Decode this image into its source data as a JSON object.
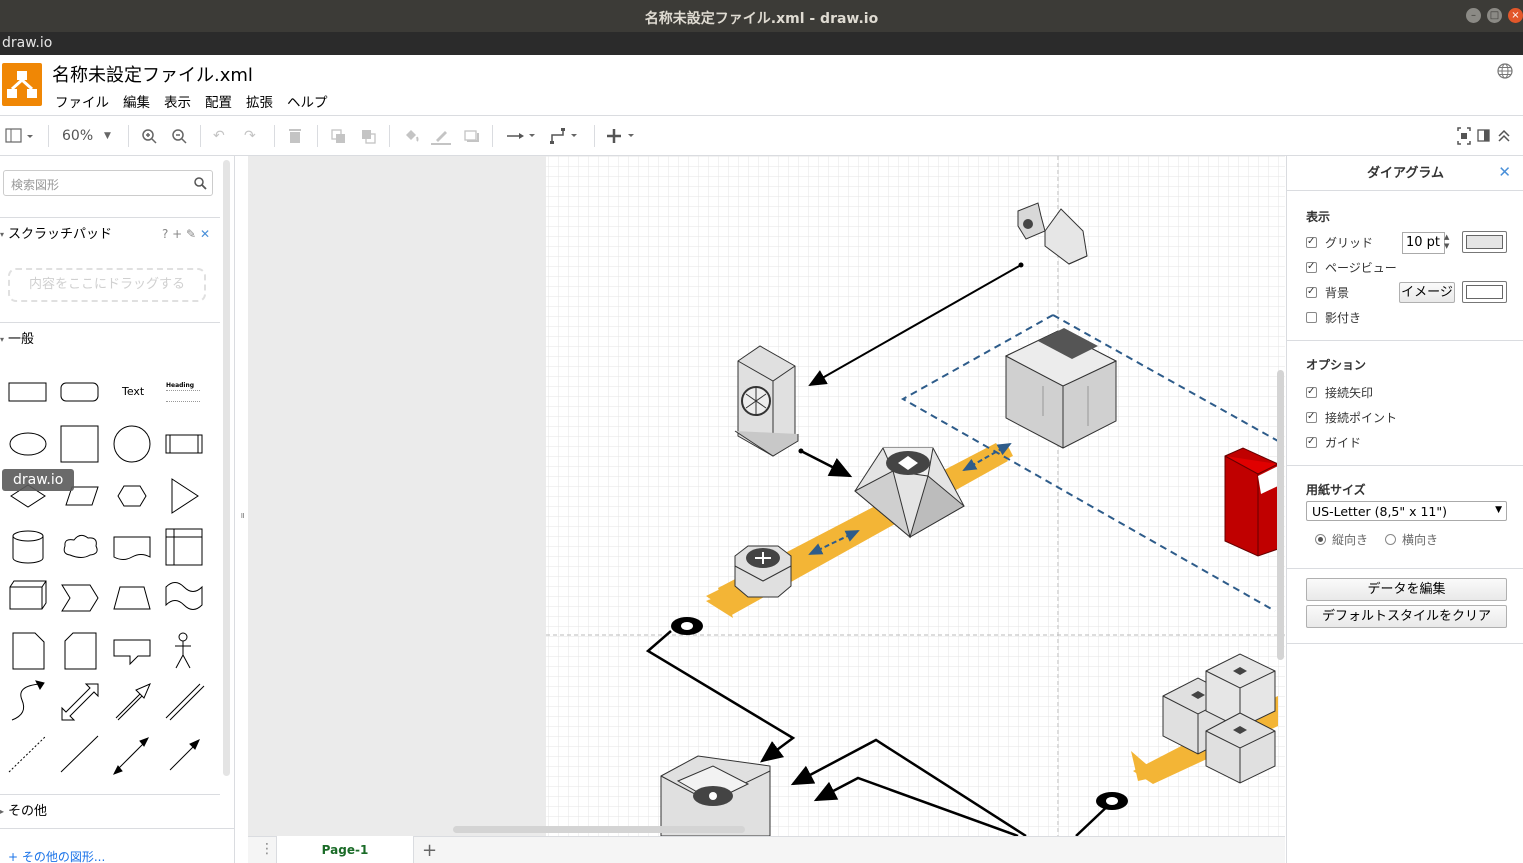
{
  "window": {
    "title": "名称未設定ファイル.xml - draw.io",
    "app_name": "draw.io"
  },
  "header": {
    "filename": "名称未設定ファイル.xml",
    "menus": [
      "ファイル",
      "編集",
      "表示",
      "配置",
      "拡張",
      "ヘルプ"
    ]
  },
  "toolbar": {
    "zoom": "60%"
  },
  "sidebar": {
    "search_placeholder": "検索図形",
    "scratchpad_title": "スクラッチパッド",
    "scratchpad_help": "?",
    "dropzone_text": "内容をここにドラッグする",
    "general_title": "一般",
    "text_shape": "Text",
    "heading_shape": "Heading",
    "tooltip": "draw.io",
    "other_title": "その他",
    "more_shapes": "+ その他の図形..."
  },
  "pages": {
    "tabs": [
      "Page-1"
    ],
    "active": "Page-1"
  },
  "format_panel": {
    "title": "ダイアグラム",
    "view_heading": "表示",
    "grid_label": "グリッド",
    "grid_size": "10 pt",
    "page_view_label": "ページビュー",
    "background_label": "背景",
    "image_button": "イメージ",
    "shadow_label": "影付き",
    "options_heading": "オプション",
    "connection_arrows_label": "接続矢印",
    "connection_points_label": "接続ポイント",
    "guides_label": "ガイド",
    "paper_size_heading": "用紙サイズ",
    "paper_size_value": "US-Letter (8,5\" x 11\")",
    "portrait_label": "縦向き",
    "landscape_label": "横向き",
    "edit_data_button": "データを編集",
    "clear_style_button": "デフォルトスタイルをクリア",
    "checkboxes": {
      "grid": true,
      "page_view": true,
      "background": true,
      "shadow": false,
      "connection_arrows": true,
      "connection_points": true,
      "guides": true
    },
    "orientation": "portrait"
  },
  "colors": {
    "accent_orange": "#f08705",
    "flow_yellow": "#f3b536",
    "dashed_blue": "#2e5c8a",
    "server_red": "#c00000"
  }
}
